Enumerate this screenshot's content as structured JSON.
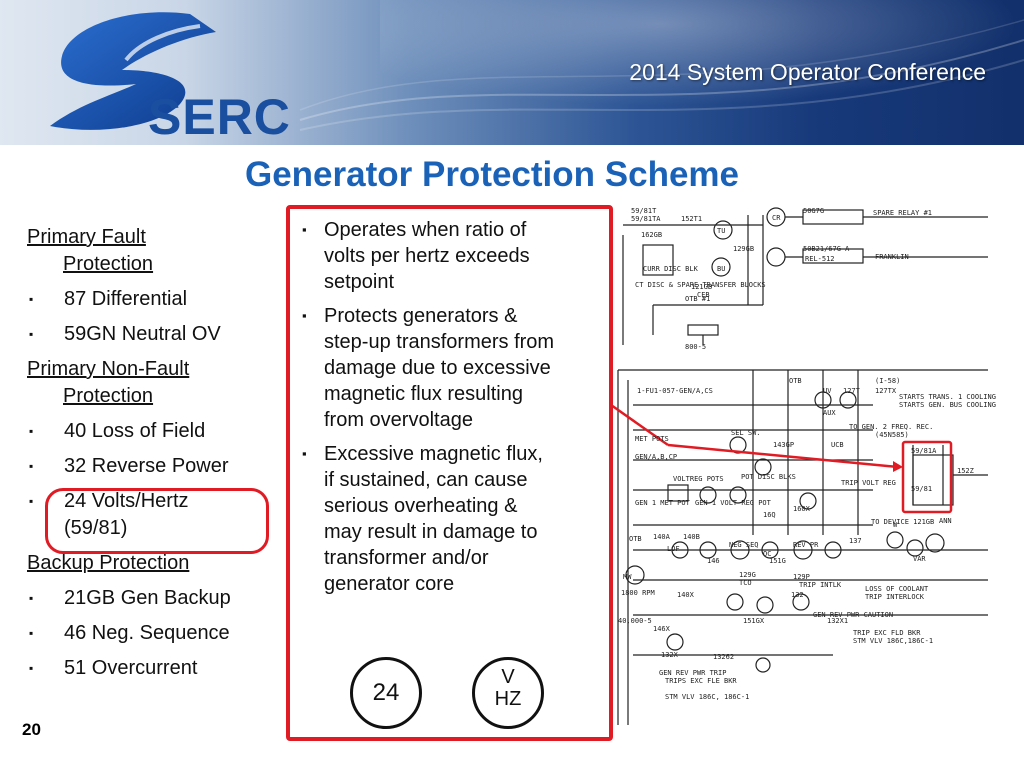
{
  "header": {
    "logo_text": "SERC",
    "conference_title": "2014 System Operator Conference"
  },
  "slide": {
    "title": "Generator Protection Scheme",
    "page_number": "20"
  },
  "left_list": {
    "primary_fault": {
      "heading_line1": "Primary Fault",
      "heading_line2": "Protection",
      "items": [
        "87 Differential",
        "59GN Neutral OV"
      ]
    },
    "primary_nonfault": {
      "heading_line1": "Primary Non-Fault",
      "heading_line2": "Protection",
      "items": [
        "40 Loss of Field",
        "32 Reverse Power",
        "24 Volts/Hertz",
        "(59/81)"
      ]
    },
    "backup": {
      "heading": "Backup Protection",
      "items": [
        "21GB Gen Backup",
        "46 Neg. Sequence",
        "51 Overcurrent"
      ]
    },
    "bullet_glyph": "▪"
  },
  "middle_box": {
    "bullets": [
      [
        "Operates when ratio of",
        "volts per hertz exceeds",
        "setpoint"
      ],
      [
        "Protects generators &",
        "step-up transformers from",
        "damage due to excessive",
        "magnetic flux resulting",
        "from overvoltage"
      ],
      [
        "Excessive magnetic flux,",
        "if sustained, can cause",
        "serious overheating &",
        "may result in damage to",
        "transformer and/or",
        "generator core"
      ]
    ],
    "bullet_glyph": "▪",
    "symbol_24": "24",
    "symbol_vhz_top": "V",
    "symbol_vhz_bottom": "HZ"
  },
  "schematic": {
    "labels": [
      "59/81T",
      "59/81TA",
      "152T1",
      "162GB",
      "TU",
      "CR",
      "50G7G",
      "SPARE RELAY #1",
      "CURR DISC BLK",
      "129GB",
      "BU",
      "121GB",
      "CEB",
      "CT DISC & SPARE TRANSFER BLOCKS",
      "50B21/67G-A",
      "REL-512",
      "FRANKLIN",
      "OTB #1",
      "800-5",
      "OTB",
      "UV",
      "127T",
      "AUX",
      "(I-58)",
      "127TX",
      "STARTS TRANS. 1 COOLING",
      "STARTS GEN. BUS COOLING",
      "1-FU1-057-GEN/A,CS",
      "TO GEN. 2 FREQ. REC.",
      "(45N585)",
      "MET POTS",
      "SEL SW.",
      "143GP",
      "UCB",
      "59/81A",
      "152Z",
      "GEN/A,B,CP",
      "POT DISC BLKS",
      "TRIP VOLT REG",
      "59/81",
      "VOLTREG POTS",
      "GEN 1 MET POT",
      "GEN 1 VOLT REG POT",
      "160X",
      "16Q",
      "TO DEVICE 121GB",
      "ANN",
      "OTB",
      "140A",
      "140B",
      "146",
      "151G",
      "137",
      "LOF",
      "NEG SEQ",
      "OC",
      "REV PR",
      "W",
      "VAR",
      "MW",
      "1800 RPM",
      "140X",
      "129G",
      "TCO",
      "129P",
      "TRIP INTLK",
      "LOSS OF COOLANT",
      "TRIP INTERLOCK",
      "GEN REV PWR CAUTION",
      "40,000-5",
      "146X",
      "151GX",
      "132",
      "132X1",
      "TRIP EXC FLD BKR",
      "STM VLV 186C,186C-1",
      "13262",
      "132X",
      "GEN REV PWR TRIP",
      "TRIPS EXC FLE BKR",
      "STM VLV 186C, 186C-1"
    ]
  }
}
